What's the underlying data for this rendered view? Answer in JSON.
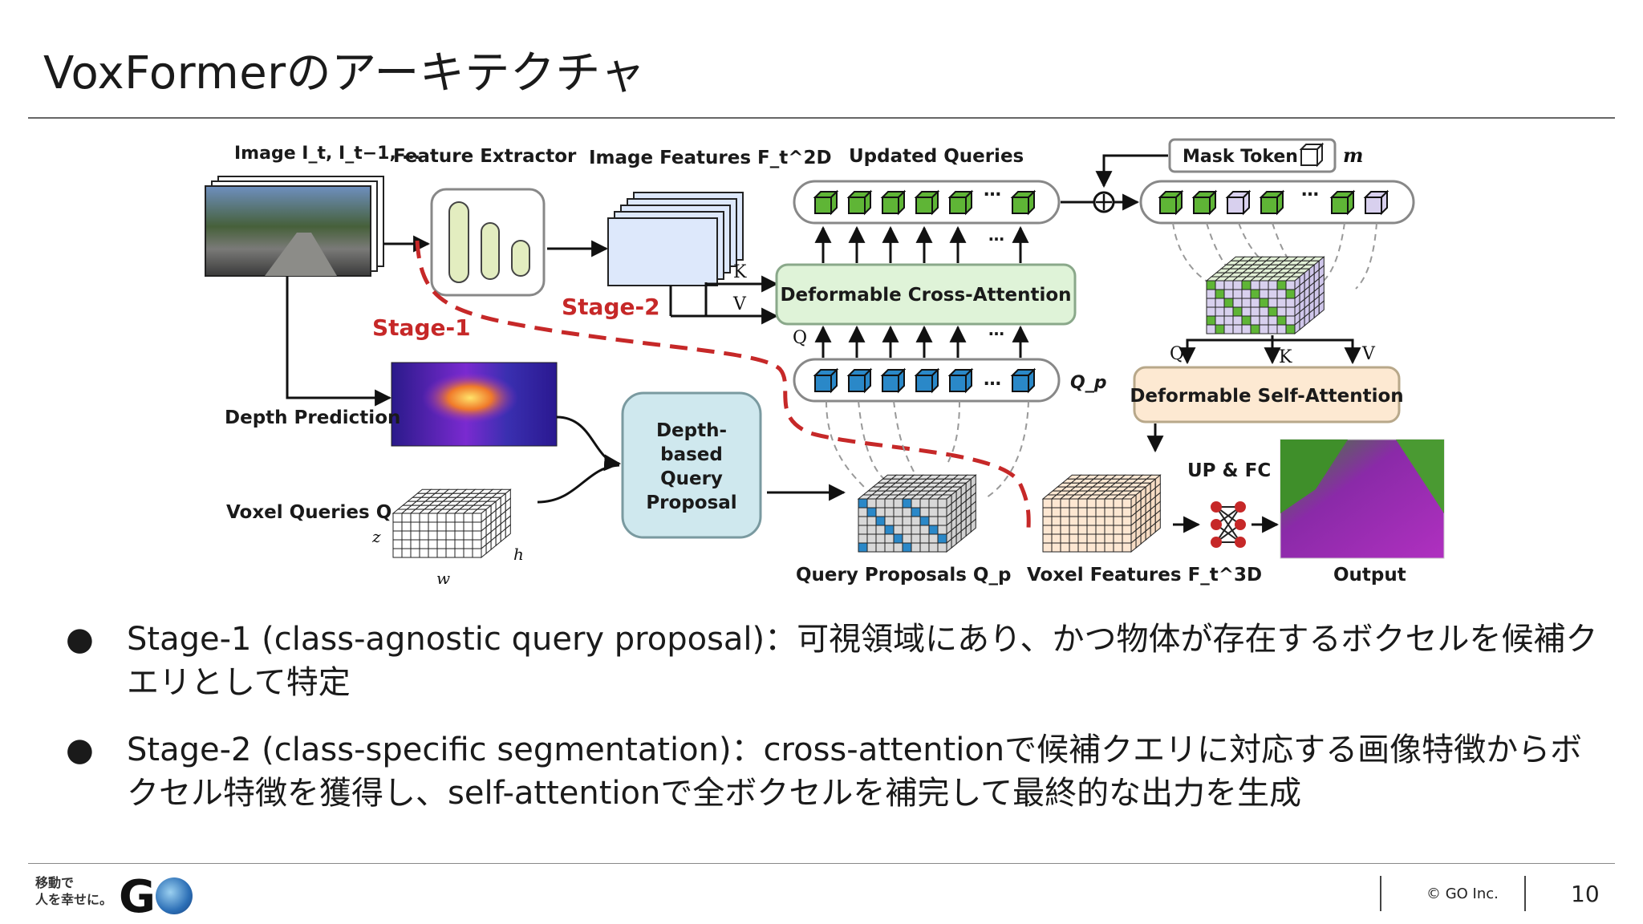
{
  "slide": {
    "title": "VoxFormerのアーキテクチャ",
    "bullets": [
      "Stage-1 (class-agnostic query proposal)：可視領域にあり、かつ物体が存在するボクセルを候補クエリとして特定",
      "Stage-2 (class-specific segmentation)：cross-attentionで候補クエリに対応する画像特徴からボクセル特徴を獲得し、self-attentionで全ボクセルを補完して最終的な出力を生成"
    ],
    "bullet_symbol": "●"
  },
  "diagram": {
    "labels": {
      "image": "Image I_t, I_t−1, …",
      "feature_extractor": "Feature Extractor",
      "image_features": "Image Features F_t^2D",
      "updated_queries": "Updated Queries",
      "mask_token": "Mask Token",
      "m": "m",
      "stage1": "Stage-1",
      "stage2": "Stage-2",
      "deformable_cross_attention": "Deformable Cross-Attention",
      "deformable_self_attention": "Deformable Self-Attention",
      "depth_prediction": "Depth Prediction",
      "voxel_queries": "Voxel Queries Q",
      "depth_query_proposal_1": "Depth-",
      "depth_query_proposal_2": "based",
      "depth_query_proposal_3": "Query",
      "depth_query_proposal_4": "Proposal",
      "query_proposals": "Query Proposals Q_p",
      "voxel_features": "Voxel Features F_t^3D",
      "output": "Output",
      "up_fc": "UP & FC",
      "qp": "Q_p",
      "k": "K",
      "v": "V",
      "q": "Q",
      "dots": "…",
      "z": "z",
      "h": "h",
      "w": "w"
    },
    "colors": {
      "stage": "#c62828",
      "cross_attention_fill": "#dff3d8",
      "self_attention_fill": "#fde9d2",
      "query_proposal_fill": "#cfe8ee",
      "image_features_fill": "#dde8fb",
      "extractor_bar": "#e3edc0",
      "cube_green": "#5fb536",
      "cube_blue": "#2a88c8",
      "cube_purple": "#d8d0ee"
    }
  },
  "footer": {
    "tagline_line1": "移動で",
    "tagline_line2": "人を幸せに。",
    "logo_g": "G",
    "copyright": "© GO Inc.",
    "page_number": "10"
  }
}
